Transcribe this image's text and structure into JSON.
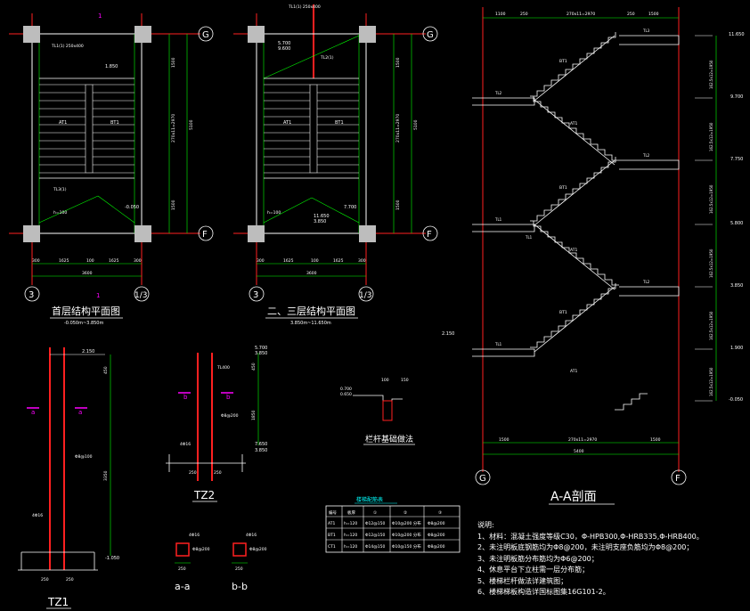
{
  "plan1": {
    "title": "首层结构平面图",
    "subtitle": "-0.050m~3.850m",
    "axis_top": "G",
    "axis_bottom": "F",
    "axis_left": "3",
    "axis_right": "1/3",
    "section_mark": "1",
    "landing_level": "1.850",
    "floor_level": "-0.050",
    "flight_left": "AT1",
    "flight_right": "BT1",
    "dim_bottom": [
      "300",
      "1625",
      "100",
      "1625",
      "300"
    ],
    "dim_total": "3600",
    "dim_right": [
      "1500",
      "270x11=2970",
      "1500"
    ],
    "dim_right_total": "5100",
    "beam_tl1": "TL1(1) 250x400",
    "beam_tl3": "TL3(1)",
    "slab_h": "h=100"
  },
  "plan2": {
    "title": "二、三层结构平面图",
    "subtitle": "3.850m~11.650m",
    "axis_top": "G",
    "axis_bottom": "F",
    "axis_left": "3",
    "axis_right": "1/3",
    "landing_top": "5.700",
    "landing_top2": "9.600",
    "level_a": "11.650",
    "level_b": "3.850",
    "level_c": "7.700",
    "flight_left": "AT1",
    "flight_right": "BT1",
    "dim_bottom": [
      "300",
      "1625",
      "100",
      "1625",
      "300"
    ],
    "dim_total": "3600",
    "dim_right": [
      "1500",
      "270x11=2970",
      "1500"
    ],
    "dim_right_total": "5100",
    "beam_tl1": "TL1(1) 250x400",
    "beam_tl2": "TL2(1)",
    "slab_h": "h=100"
  },
  "section": {
    "title": "A-A剖面",
    "axis_left": "G",
    "axis_right": "F",
    "dim_top": [
      "1100",
      "250",
      "270x11=2970",
      "250",
      "1500"
    ],
    "dim_bottom": [
      "1500",
      "270x11=2970",
      "1500"
    ],
    "dim_total": "5400",
    "levels": [
      "11.650",
      "9.700",
      "7.750",
      "5.800",
      "3.850",
      "1.900",
      "-0.050"
    ],
    "dim_right": [
      "162.5x12=1950",
      "162.5x12=1950",
      "162.5x12=1950",
      "162.5x12=1950",
      "162.5x12=1950",
      "162.5x12=1950"
    ],
    "flights": [
      "BT1",
      "AT1",
      "BT1",
      "AT1",
      "BT1",
      "AT1"
    ],
    "left_level": "2.150",
    "tl_labels": [
      "TL3",
      "TL2",
      "TL2",
      "TL1",
      "TL2",
      "TL1",
      "TL1"
    ]
  },
  "tz1": {
    "title": "TZ1",
    "top_level": "2.150",
    "bottom_level": "-1.050",
    "section_mark": "a",
    "dims": [
      "450",
      "3350"
    ],
    "bars": [
      "4Φ16",
      "Φ8@100"
    ],
    "base_dims": [
      "250",
      "250"
    ]
  },
  "tz2": {
    "title": "TZ2",
    "levels": [
      "5.700",
      "3.850",
      "7.650",
      "3.850"
    ],
    "section_mark": "b",
    "dims": [
      "450",
      "1850"
    ],
    "bars": [
      "4Φ16",
      "Φ8@200"
    ],
    "base_dims": [
      "250",
      "250"
    ],
    "tl_label": "TL400"
  },
  "railing": {
    "title": "栏杆基础做法",
    "levels": [
      "0.700",
      "0.650"
    ],
    "dims": [
      "100",
      "150"
    ]
  },
  "sections_ab": {
    "a_title": "a-a",
    "b_title": "b-b",
    "a_bars": [
      "4Φ16",
      "Φ8@200"
    ],
    "b_bars": [
      "4Φ16",
      "Φ8@200"
    ],
    "a_dim": "250",
    "b_dim": "250"
  },
  "table": {
    "title": "楼梯配筋表",
    "headers": [
      "编号",
      "板厚",
      "①",
      "②",
      "③"
    ],
    "rows": [
      [
        "AT1",
        "h=120",
        "Φ12@150",
        "Φ10@200 分布",
        "Φ8@200"
      ],
      [
        "BT1",
        "h=120",
        "Φ12@150",
        "Φ10@200 分布",
        "Φ8@200"
      ],
      [
        "CT1",
        "h=120",
        "Φ14@150",
        "Φ10@150 分布",
        "Φ8@200"
      ]
    ]
  },
  "notes": {
    "header": "说明:",
    "items": [
      "1、材料：混凝土强度等级C30，Φ-HPB300,Φ-HRB335,Φ-HRB400。",
      "2、未注明板底钢筋均为Φ8@200，未注明支座负筋均为Φ8@200；",
      "3、未注明板筋分布筋均为Φ6@200；",
      "4、休息平台下立柱需一层分布筋；",
      "5、楼梯栏杆做法详建筑图；",
      "6、楼梯梯板构造详国标图集16G101-2。"
    ]
  },
  "colors": {
    "background": "#000000",
    "axis_line": "#ff2020",
    "dimension": "#00ff00",
    "structure": "#ffffff",
    "label": "#ffff00",
    "column_fill": "#bdbdbd",
    "marker": "#ff00ff",
    "cyan": "#00ffff"
  }
}
